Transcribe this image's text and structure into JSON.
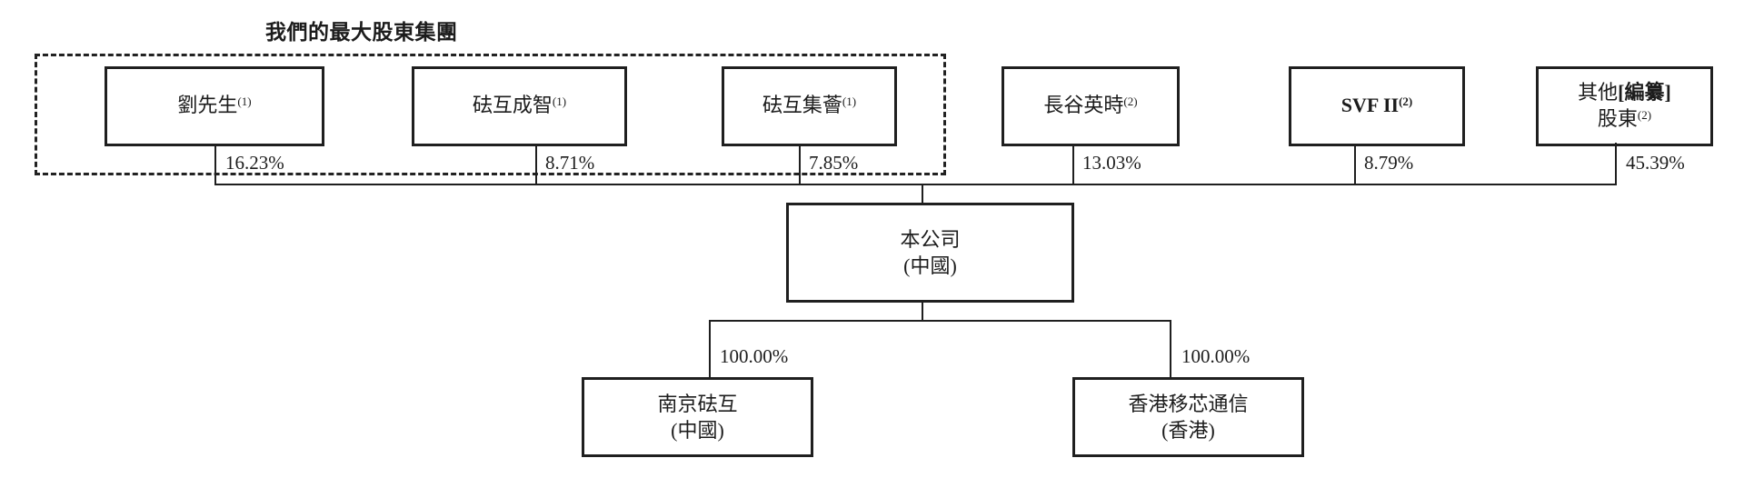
{
  "title": "我們的最大股東集團",
  "ink_color": "#1c1c1c",
  "shareholders": [
    {
      "name": "劉先生",
      "sup": "(1)",
      "pct": "16.23%"
    },
    {
      "name": "砝互成智",
      "sup": "(1)",
      "pct": "8.71%"
    },
    {
      "name": "砝互集薈",
      "sup": "(1)",
      "pct": "7.85%"
    },
    {
      "name": "長谷英時",
      "sup": "(2)",
      "pct": "13.03%"
    },
    {
      "name": "SVF II",
      "sup": "(2)",
      "pct": "8.79%"
    },
    {
      "name": "其他",
      "redacted": "[編纂]",
      "name2": "股東",
      "sup": "(2)",
      "pct": "45.39%"
    }
  ],
  "company": {
    "name": "本公司",
    "jurisdiction": "(中國)"
  },
  "subsidiaries": [
    {
      "name": "南京砝互",
      "jurisdiction": "(中國)",
      "pct": "100.00%"
    },
    {
      "name": "香港移芯通信",
      "jurisdiction": "(香港)",
      "pct": "100.00%"
    }
  ]
}
